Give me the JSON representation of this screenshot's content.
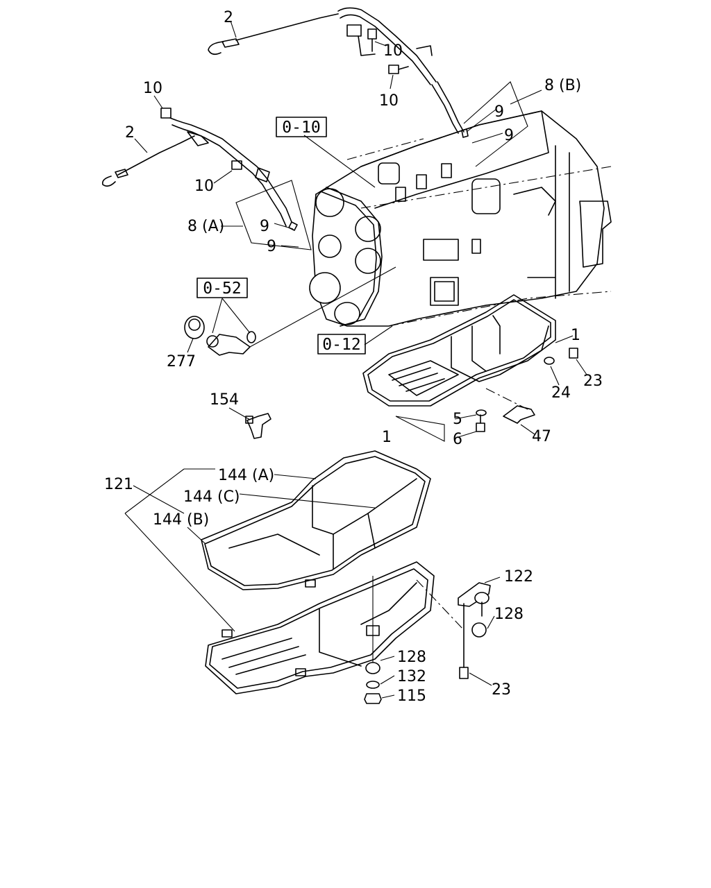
{
  "colors": {
    "line": "#000000",
    "background": "#ffffff"
  },
  "callouts": {
    "dipstick_top": "2",
    "dipstick_left": "2",
    "bolt_10_a": "10",
    "bolt_10_b": "10",
    "bolt_10_c": "10",
    "bolt_10_d": "10",
    "kit_8b": "8 (B)",
    "kit_8a": "8 (A)",
    "washer_9_a": "9",
    "washer_9_b": "9",
    "washer_9_c": "9",
    "washer_9_d": "9",
    "ref_0_10": "0-10",
    "ref_0_52": "0-52",
    "ref_0_12": "0-12",
    "cap_277": "277",
    "bracket_154": "154",
    "pan_1": "1",
    "gasket_5": "5",
    "bolt_6": "6",
    "clip_47": "47",
    "washer_24": "24",
    "bolt_23_top": "23",
    "callout_1_small": "1",
    "guard_121": "121",
    "guard_144a": "144 (A)",
    "guard_144c": "144 (C)",
    "guard_144b": "144 (B)",
    "bracket_122": "122",
    "rubber_128_a": "128",
    "rubber_128_b": "128",
    "washer_132": "132",
    "nut_115": "115",
    "bolt_23_bottom": "23"
  }
}
